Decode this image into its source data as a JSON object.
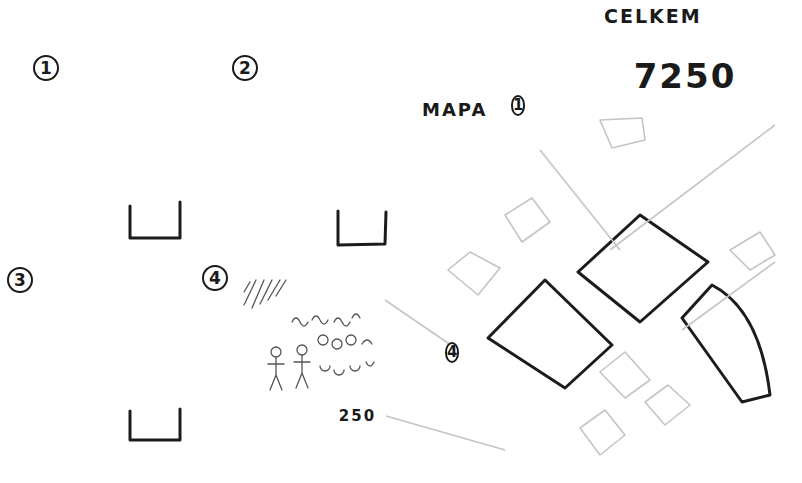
{
  "diagram": {
    "nodes": [
      {
        "text": [
          "1"
        ]
      },
      {
        "text": [
          "2"
        ]
      },
      {
        "text": [
          "3"
        ]
      },
      {
        "text": [
          "4"
        ]
      },
      {
        "text": [
          "250"
        ]
      },
      {
        "text": [
          "CELKEM",
          "7250"
        ]
      },
      {
        "text": [
          "MAPA"
        ]
      },
      {
        "text": [
          "1"
        ],
        "in": 6
      },
      {
        "text": [
          "4"
        ],
        "in": 6
      }
    ],
    "edges": [
      {
        "from": 3,
        "to": 8,
        "arrow": "none"
      }
    ],
    "labels": [
      "2"
    ]
  }
}
